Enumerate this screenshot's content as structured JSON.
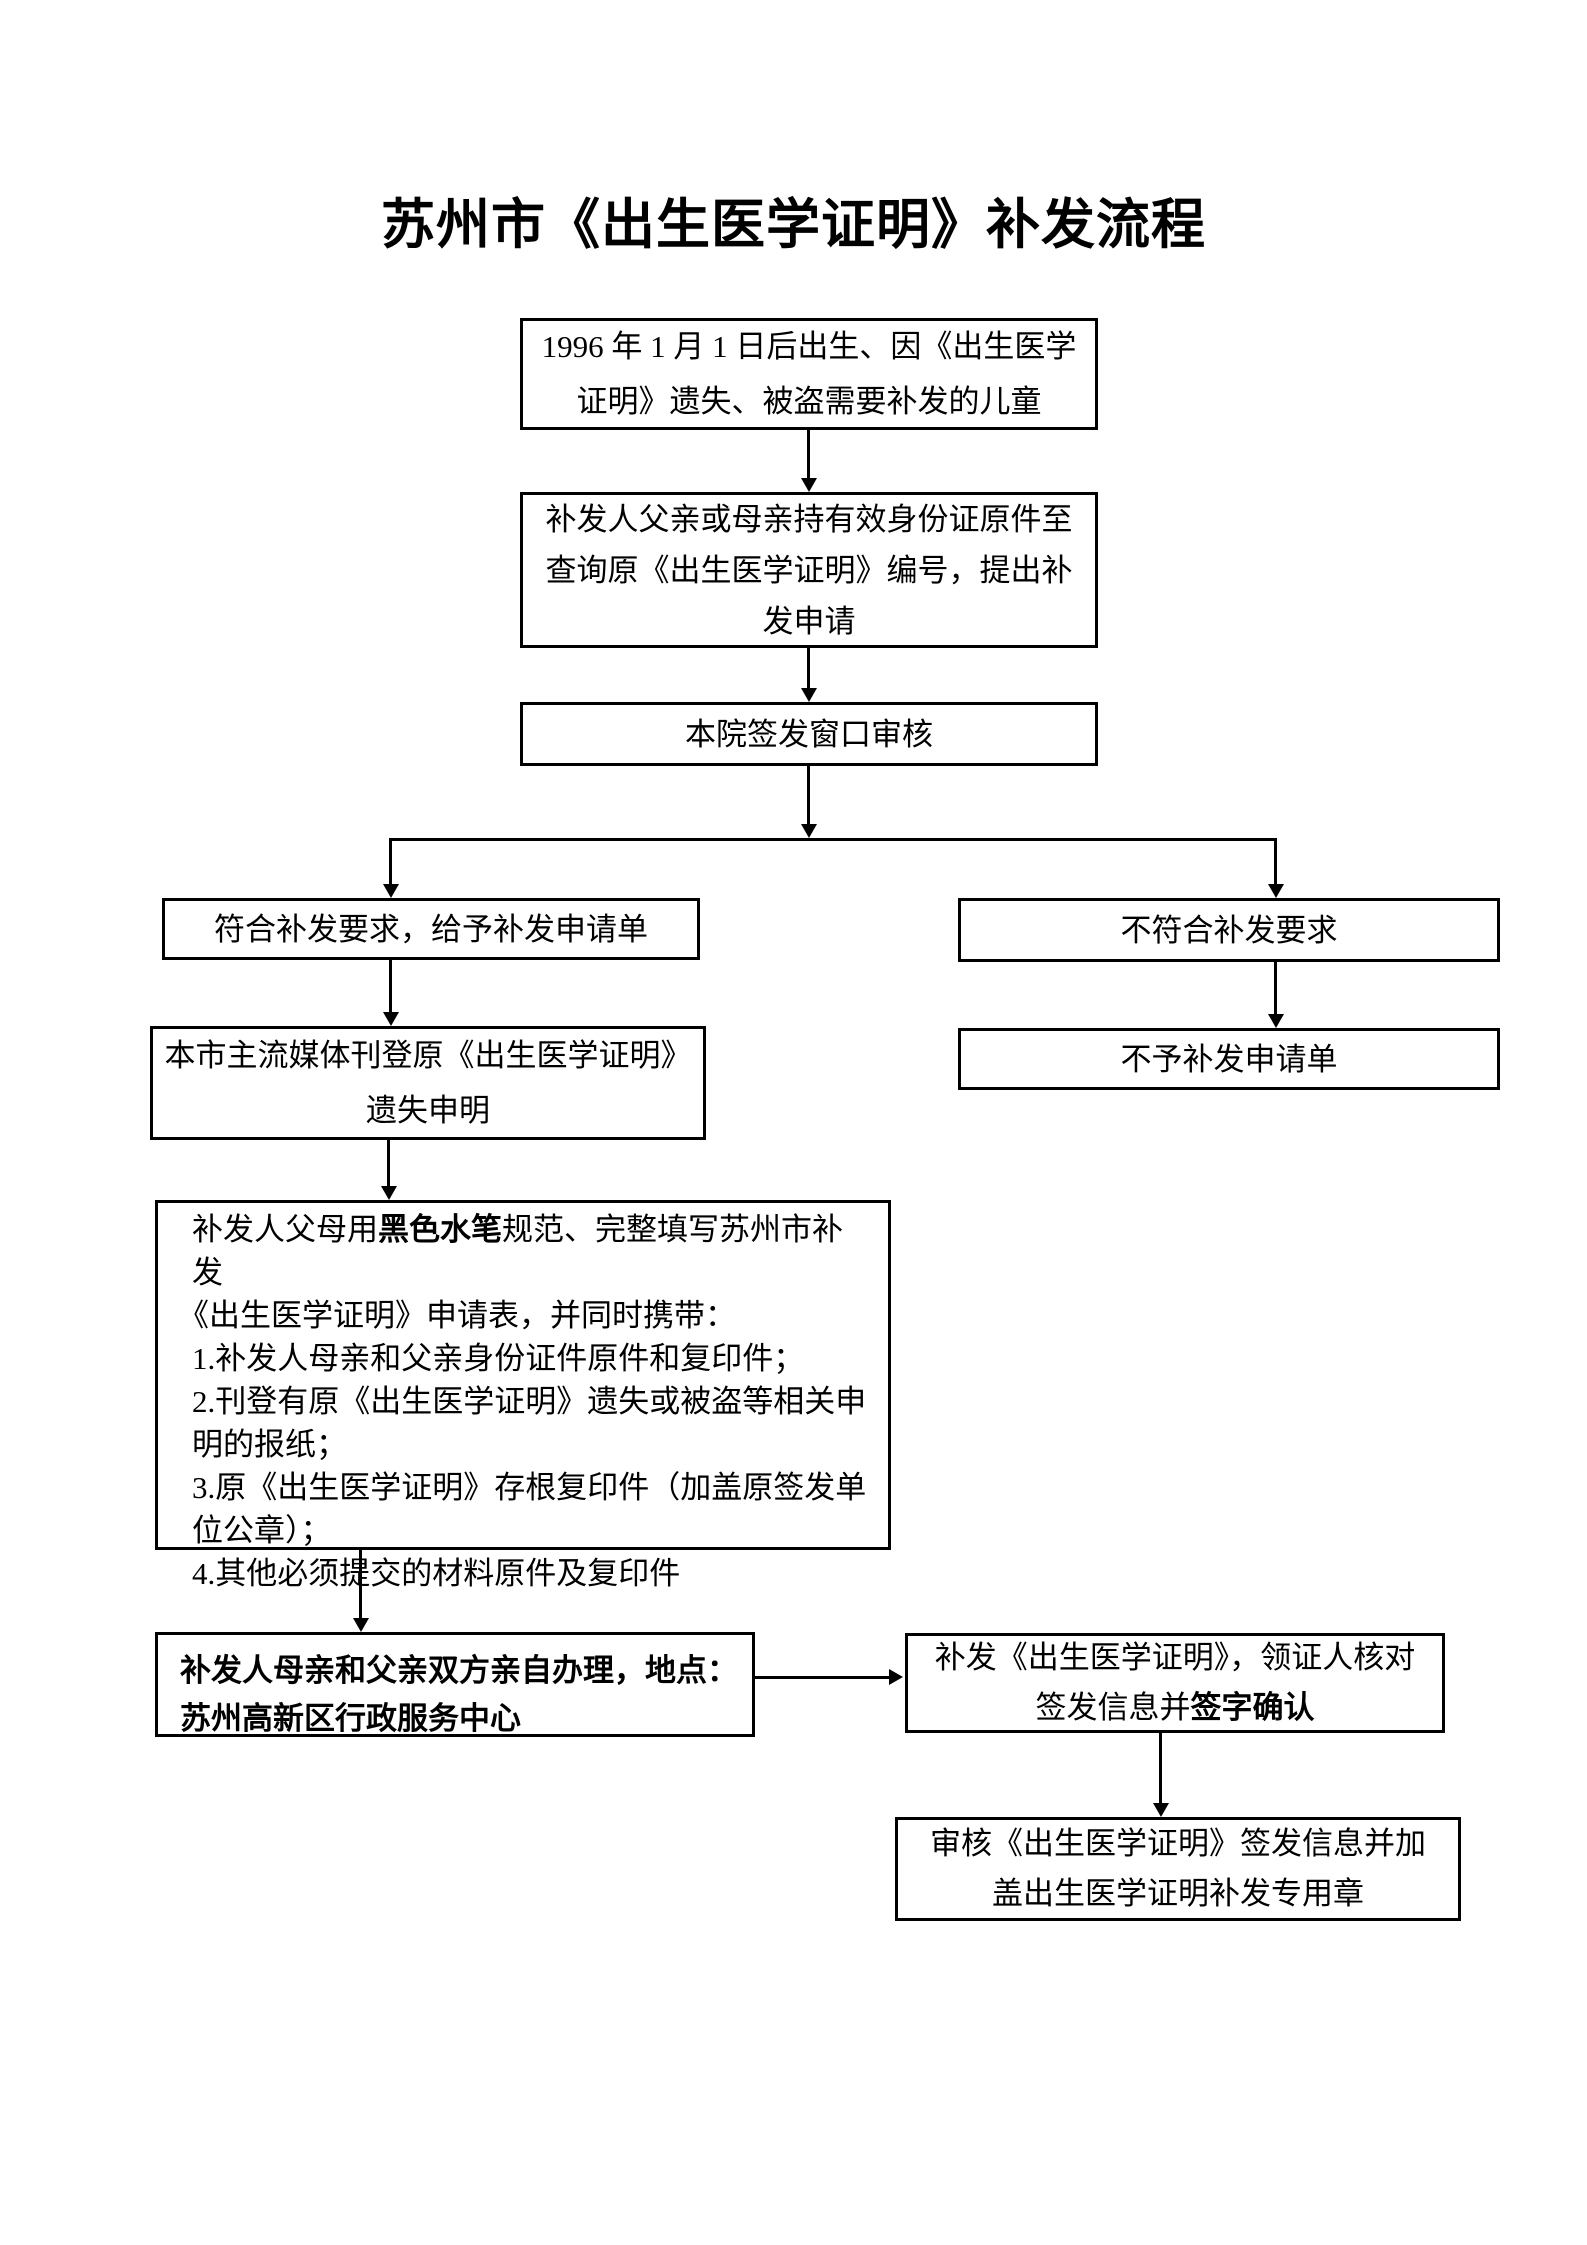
{
  "title": "苏州市《出生医学证明》补发流程",
  "colors": {
    "page_background": "#ffffff",
    "box_border": "#000000",
    "text": "#000000"
  },
  "flow": {
    "start": {
      "lines": [
        "1996 年 1 月 1 日后出生、因《出生医学",
        "证明》遗失、被盗需要补发的儿童"
      ]
    },
    "apply": {
      "lines": [
        "补发人父亲或母亲持有效身份证原件至",
        "查询原《出生医学证明》编号，提出补",
        "发申请"
      ]
    },
    "review": {
      "label": "本院签发窗口审核"
    },
    "qualified": {
      "label": "符合补发要求，给予补发申请单"
    },
    "unqualified": {
      "label": "不符合补发要求"
    },
    "media": {
      "lines": [
        "本市主流媒体刊登原《出生医学证明》",
        "遗失申明"
      ]
    },
    "no_form": {
      "label": "不予补发申请单"
    },
    "materials": {
      "line1_prefix": "补发人父母用",
      "line1_bold": "黑色水笔",
      "line1_suffix": "规范、完整填写苏州市补发",
      "lines": [
        "《出生医学证明》申请表，并同时携带：",
        "1.补发人母亲和父亲身份证件原件和复印件；",
        "2.刊登有原《出生医学证明》遗失或被盗等相关申",
        "明的报纸；",
        "3.原《出生医学证明》存根复印件（加盖原签发单",
        "位公章）；",
        "4.其他必须提交的材料原件及复印件"
      ]
    },
    "handle": {
      "lines": [
        "补发人母亲和父亲双方亲自办理，地点：",
        "苏州高新区行政服务中心"
      ]
    },
    "issue": {
      "line1": "补发《出生医学证明》，领证人核对",
      "line2_prefix": "签发信息并",
      "line2_bold": "签字确认"
    },
    "seal": {
      "lines": [
        "审核《出生医学证明》签发信息并加",
        "盖出生医学证明补发专用章"
      ]
    }
  }
}
